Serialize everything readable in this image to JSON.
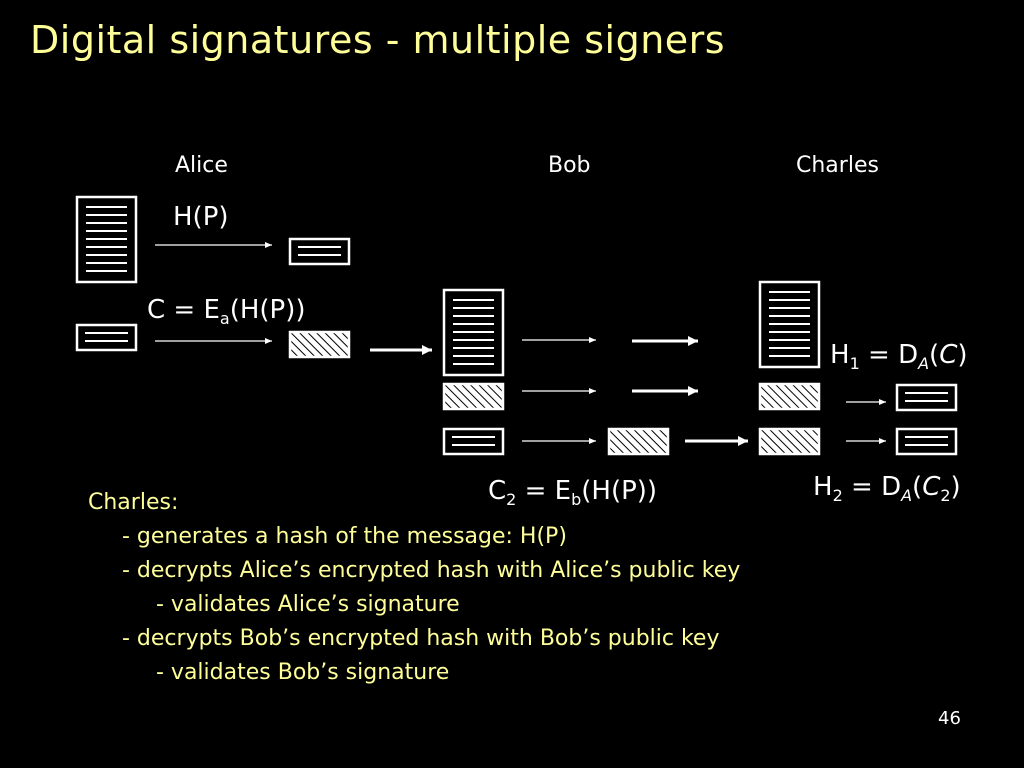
{
  "slide": {
    "title": "Digital signatures - multiple signers",
    "page_number": "46"
  },
  "diagram": {
    "parties": {
      "alice": "Alice",
      "bob": "Bob",
      "charles": "Charles"
    },
    "labels": {
      "hash_label": "H(P)",
      "c_prefix": "C = E",
      "c_sub": "a",
      "c_suffix": "(H(P))",
      "c2_c": "C",
      "c2_sub": "2",
      "c2_mid": " = E",
      "c2_esub": "b",
      "c2_suffix": "(H(P))",
      "h1_h": "H",
      "h1_sub": "1",
      "h1_mid": " = D",
      "h1_dsub": "A",
      "h1_open": "(",
      "h1_c": "C",
      "h1_close": ")",
      "h2_h": "H",
      "h2_sub": "2",
      "h2_mid": " = D",
      "h2_dsub": "A",
      "h2_open": "(",
      "h2_c": "C",
      "h2_csub": "2",
      "h2_close": ")"
    }
  },
  "notes": {
    "heading": "Charles:",
    "line1": "- generates a hash of the message: H(P)",
    "line2": "- decrypts Alice’s encrypted hash with Alice’s public key",
    "line3": "- validates Alice’s signature",
    "line4": "- decrypts Bob’s encrypted hash with Bob’s public key",
    "line5": "- validates Bob’s signature"
  }
}
